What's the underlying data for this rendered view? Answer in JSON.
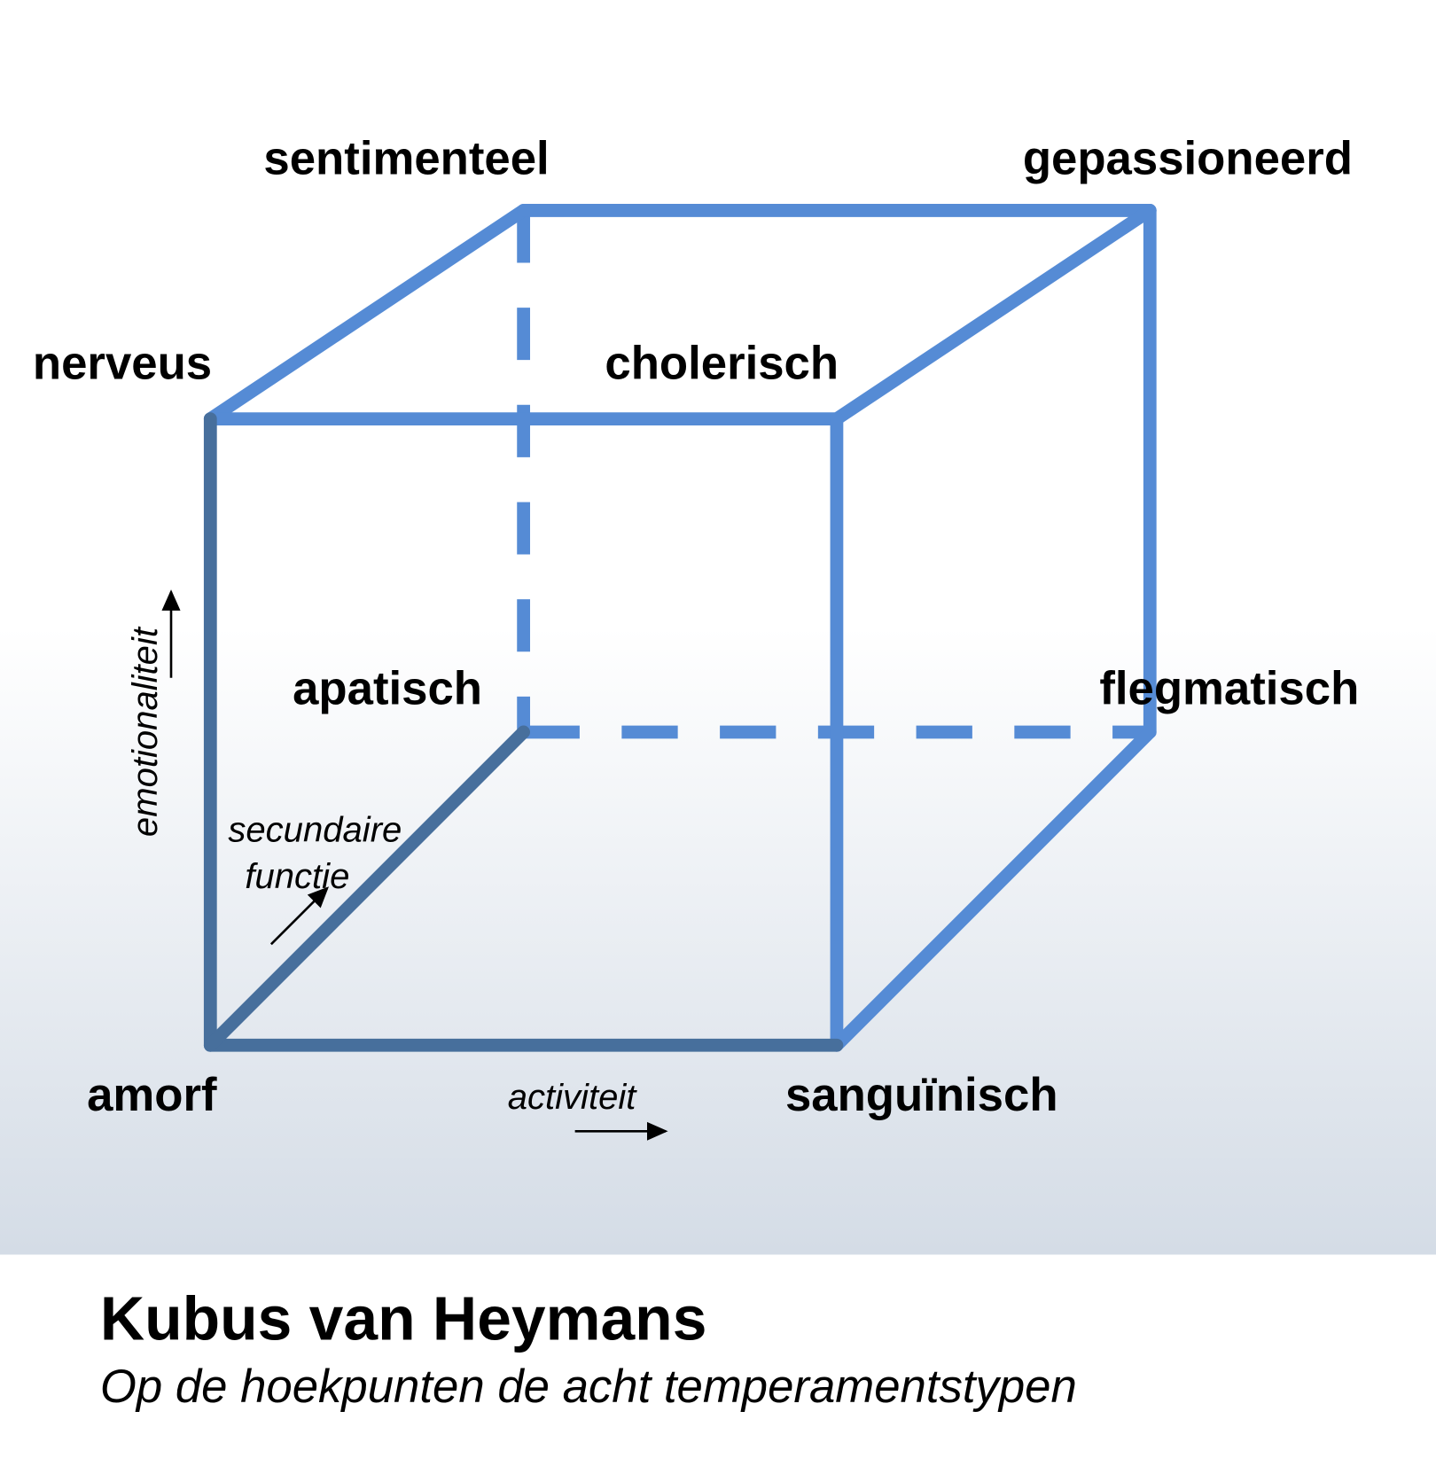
{
  "vertices": {
    "sentimenteel": "sentimenteel",
    "gepassioneerd": "gepassioneerd",
    "nerveus": "nerveus",
    "cholerisch": "cholerisch",
    "apatisch": "apatisch",
    "flegmatisch": "flegmatisch",
    "amorf": "amorf",
    "sanguinisch": "sanguïnisch"
  },
  "axes": {
    "emotionaliteit": "emotionaliteit",
    "secundaire": "secundaire",
    "functie": "functie",
    "activiteit": "activiteit"
  },
  "caption": {
    "title": "Kubus van Heymans",
    "subtitle": "Op de hoekpunten de acht temperamentstypen"
  },
  "colors": {
    "edge": "#558bd5",
    "edge_dark": "#476f9c"
  }
}
